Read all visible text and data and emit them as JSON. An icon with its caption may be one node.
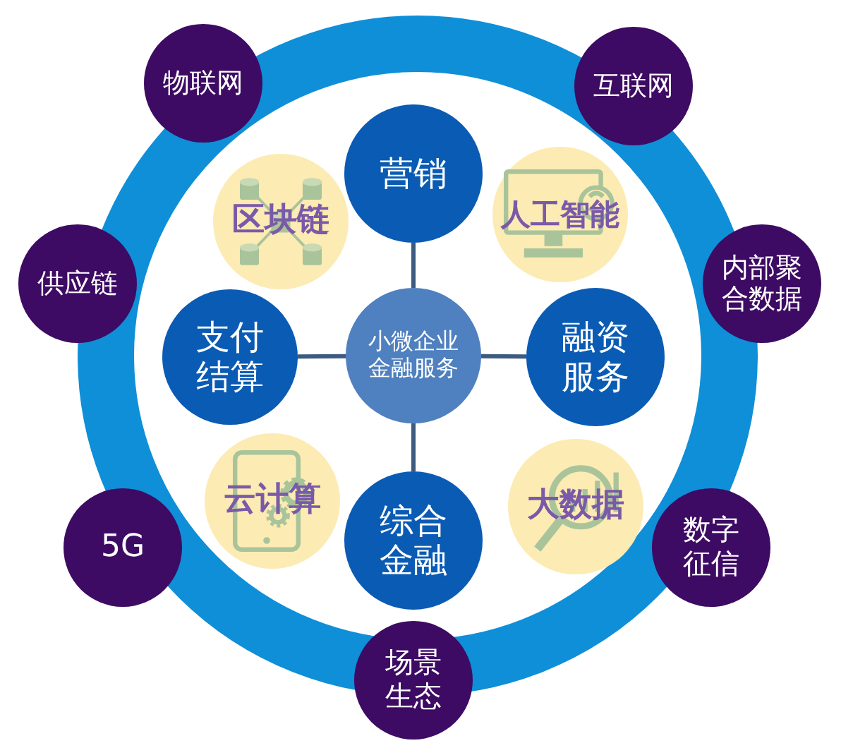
{
  "diagram": {
    "nodes": [
      {
        "text": [
          "物联网"
        ]
      },
      {
        "text": [
          "互联网"
        ]
      },
      {
        "text": [
          "营销"
        ]
      },
      {
        "text": [
          "区块链"
        ]
      },
      {
        "text": [
          "人工智能"
        ]
      },
      {
        "text": [
          "供应链"
        ]
      },
      {
        "text": [
          "内部聚合数据"
        ]
      },
      {
        "text": [
          "支付结算"
        ]
      },
      {
        "text": [
          "小微企业金融服务"
        ]
      },
      {
        "text": [
          "融资服务"
        ]
      },
      {
        "text": [
          "云计算"
        ]
      },
      {
        "text": [
          "综合金融"
        ]
      },
      {
        "text": [
          "大数据"
        ]
      },
      {
        "text": [
          "5G"
        ]
      },
      {
        "text": [
          "数字征信"
        ]
      },
      {
        "text": [
          "场景生态"
        ]
      }
    ],
    "edges": [
      {
        "from": 8,
        "to": 2,
        "arrow": "none"
      },
      {
        "from": 8,
        "to": 7,
        "arrow": "none"
      },
      {
        "from": 8,
        "to": 9,
        "arrow": "none"
      },
      {
        "from": 8,
        "to": 11,
        "arrow": "none"
      }
    ]
  }
}
